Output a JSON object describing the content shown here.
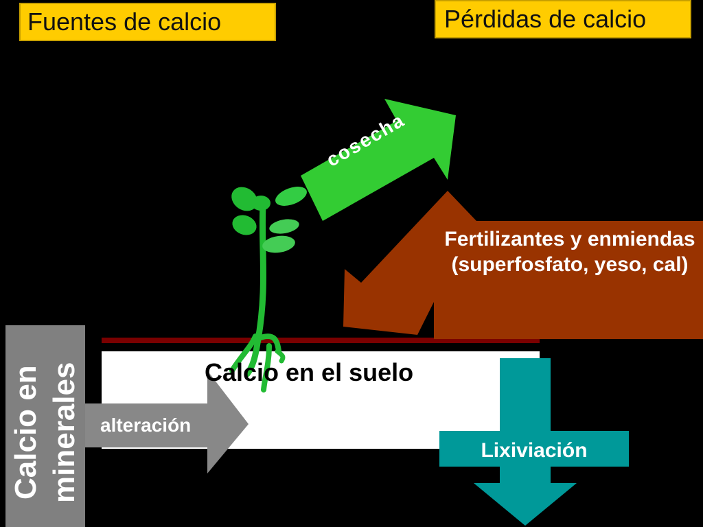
{
  "headers": {
    "sources": "Fuentes de calcio",
    "losses": "Pérdidas de calcio"
  },
  "nodes": {
    "soil": "Calcio en el suelo",
    "minerals": "Calcio en minerales"
  },
  "flows": {
    "harvest": "cosecha",
    "fertilizers": "Fertilizantes y enmiendas (superfosfato, yeso, cal)",
    "weathering": "alteración",
    "leaching": "Lixiviación"
  },
  "colors": {
    "background": "#000000",
    "header_box": "#ffcc00",
    "harvest_arrow": "#33cc33",
    "fertilizer_arrow": "#993300",
    "weathering_arrow": "#808080",
    "leaching_arrow": "#009999",
    "minerals_bar": "#808080",
    "soil_box": "#ffffff",
    "soil_line": "#7a0000",
    "plant": "#22bb33"
  },
  "icons": [
    "plant-icon"
  ]
}
